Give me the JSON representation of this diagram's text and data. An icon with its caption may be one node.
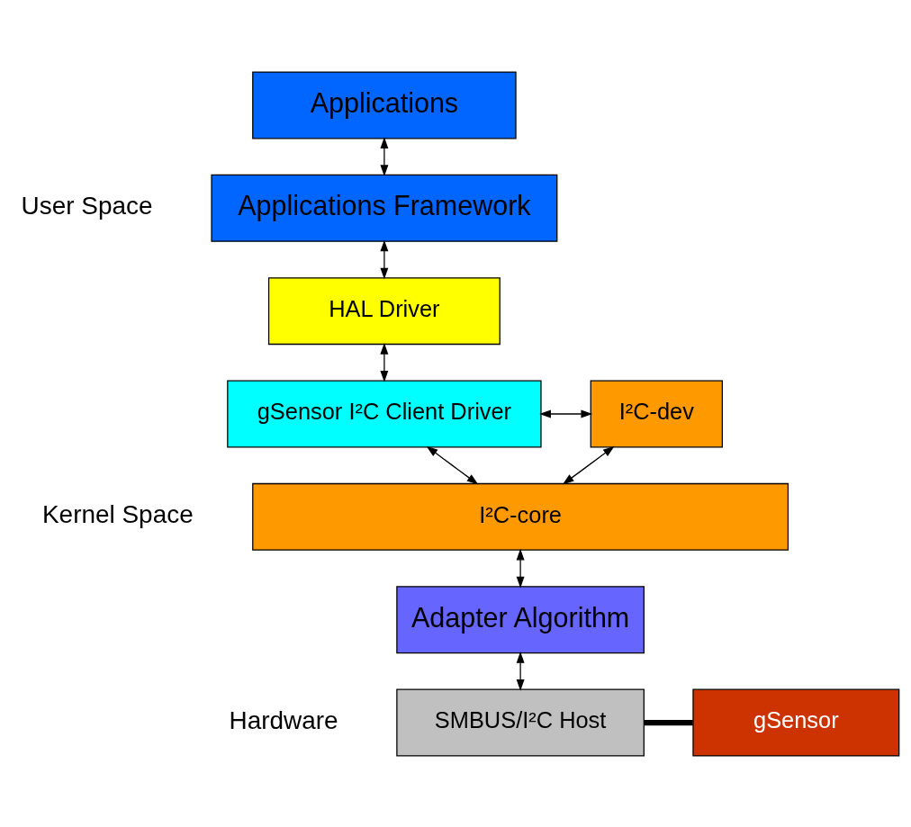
{
  "diagram": {
    "nodes": [
      {
        "text": [
          "Applications"
        ]
      },
      {
        "text": [
          "Applications Framework"
        ]
      },
      {
        "text": [
          "HAL Driver"
        ]
      },
      {
        "text": [
          "gSensor I²C Client Driver"
        ]
      },
      {
        "text": [
          "I²C-dev"
        ]
      },
      {
        "text": [
          "I²C-core"
        ]
      },
      {
        "text": [
          "Adapter Algorithm"
        ]
      },
      {
        "text": [
          "SMBUS/I²C Host"
        ]
      },
      {
        "text": [
          "gSensor"
        ]
      }
    ],
    "edges": [
      {
        "from": 0,
        "to": 1,
        "arrow": "both"
      },
      {
        "from": 1,
        "to": 2,
        "arrow": "both"
      },
      {
        "from": 2,
        "to": 3,
        "arrow": "both"
      },
      {
        "from": 3,
        "to": 4,
        "arrow": "both"
      },
      {
        "from": 3,
        "to": 5,
        "arrow": "both"
      },
      {
        "from": 4,
        "to": 5,
        "arrow": "both"
      },
      {
        "from": 5,
        "to": 6,
        "arrow": "both"
      },
      {
        "from": 6,
        "to": 7,
        "arrow": "both"
      },
      {
        "from": 7,
        "to": 8,
        "arrow": "none",
        "style": "thick"
      }
    ],
    "labels": [
      "User Space",
      "Kernel Space",
      "Hardware"
    ]
  }
}
